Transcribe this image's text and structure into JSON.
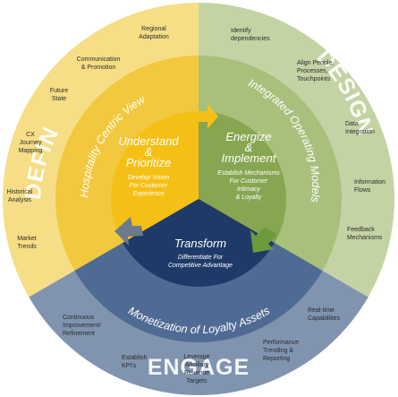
{
  "colors": {
    "define_outer": "#f6de86",
    "define_mid": "#f2c83e",
    "define_inner": "#f5c016",
    "design_outer": "#c4d3a4",
    "design_mid": "#a8c07c",
    "design_inner": "#86a652",
    "engage_outer": "#8094b0",
    "engage_mid": "#4f6b94",
    "engage_inner": "#1f3a68",
    "arrow_yellow": "#f5c016",
    "arrow_green": "#6e9a3e",
    "arrow_slate": "#6b7b8c"
  },
  "phases": {
    "define": "DEFINE",
    "design": "DESIGN",
    "engage": "ENGAGE"
  },
  "ring_titles": {
    "define": "Hospitality Centric View",
    "design": "Integrated Operating Models",
    "engage": "Monetization of Loyalty Assets"
  },
  "core": {
    "understand": {
      "title_lines": [
        "Understand",
        "&",
        "Prioritize"
      ],
      "sub_lines": [
        "Develop Vision",
        "For Customer",
        "Experience"
      ]
    },
    "energize": {
      "title_lines": [
        "Energize",
        "&",
        "Implement"
      ],
      "sub_lines": [
        "Establish Mechanisms",
        "For Customer",
        "Intimacy",
        "& Loyalty"
      ]
    },
    "transform": {
      "title_lines": [
        "Transform"
      ],
      "sub_lines": [
        "Differentiate For",
        "Competitive Advantage"
      ]
    }
  },
  "outer_labels": {
    "define": [
      {
        "lines": [
          "Regional",
          "Adaptation"
        ]
      },
      {
        "lines": [
          "Communication",
          "& Promotion"
        ]
      },
      {
        "lines": [
          "Future",
          "State"
        ]
      },
      {
        "lines": [
          "CX",
          "Journey",
          "Mapping"
        ]
      },
      {
        "lines": [
          "Historical",
          "Analysis"
        ]
      },
      {
        "lines": [
          "Market",
          "Trends"
        ]
      }
    ],
    "design": [
      {
        "lines": [
          "Identify",
          "dependencies"
        ]
      },
      {
        "lines": [
          "Align People,",
          "Processes,",
          "Touchpoints"
        ]
      },
      {
        "lines": [
          "Data",
          "Integration"
        ]
      },
      {
        "lines": [
          "Information",
          "Flows"
        ]
      },
      {
        "lines": [
          "Feedback",
          "Mechanisms"
        ]
      }
    ],
    "engage": [
      {
        "lines": [
          "Real-time",
          "Capabilities"
        ]
      },
      {
        "lines": [
          "Performance",
          "Trending &",
          "Reporting"
        ]
      },
      {
        "lines": [
          "Leverage",
          "Ancillary",
          "Revenue",
          "Targets"
        ]
      },
      {
        "lines": [
          "Establish",
          "KPI's"
        ]
      },
      {
        "lines": [
          "Continuous",
          "Improvement/",
          "Refinement"
        ]
      }
    ]
  }
}
